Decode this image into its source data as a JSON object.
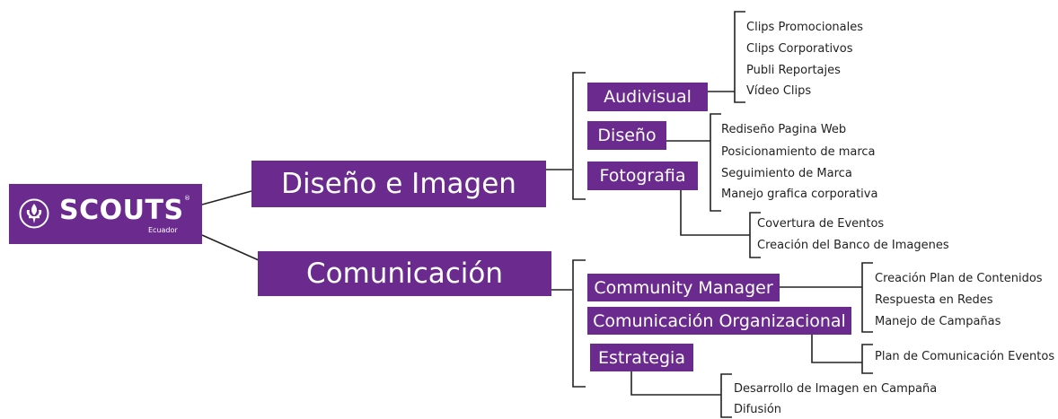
{
  "colors": {
    "brand": "#6b2a8e",
    "line": "#222222",
    "text": "#222222"
  },
  "logo": {
    "name": "SCOUTS",
    "registered": "®",
    "subtitle": "Ecuador",
    "icon": "fleur-de-lis-icon"
  },
  "branches": [
    {
      "label": "Diseño e Imagen",
      "children": [
        {
          "label": "Audivisual",
          "items": [
            "Clips Promocionales",
            "Clips Corporativos",
            "Publi Reportajes",
            "Vídeo Clips"
          ]
        },
        {
          "label": "Diseño",
          "items": [
            "Rediseño Pagina Web",
            "Posicionamiento de marca",
            "Seguimiento de Marca",
            "Manejo grafica corporativa"
          ]
        },
        {
          "label": "Fotografia",
          "items": [
            "Covertura de Eventos",
            "Creación del Banco de Imagenes"
          ]
        }
      ]
    },
    {
      "label": "Comunicación",
      "children": [
        {
          "label": "Community Manager",
          "items": [
            "Creación Plan de Contenidos",
            "Respuesta en Redes",
            "Manejo de Campañas"
          ]
        },
        {
          "label": "Comunicación Organizacional",
          "items": [
            "Plan de Comunicación Eventos"
          ]
        },
        {
          "label": "Estrategia",
          "items": [
            "Desarrollo de Imagen en Campaña",
            "Difusión"
          ]
        }
      ]
    }
  ]
}
